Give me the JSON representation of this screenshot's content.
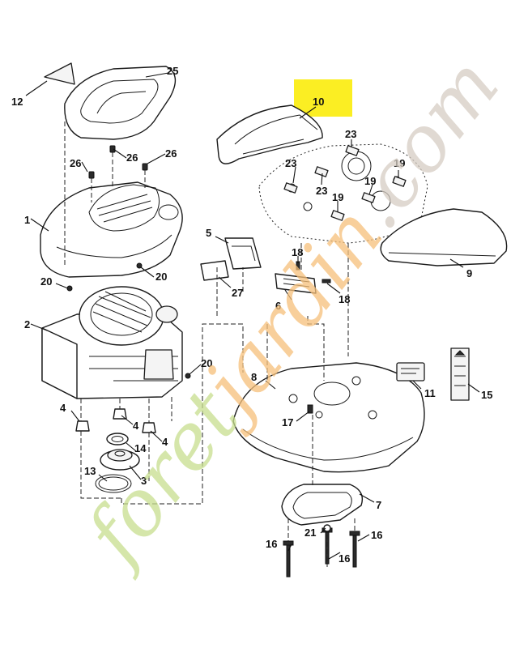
{
  "diagram": {
    "callouts": {
      "c1": "1",
      "c2": "2",
      "c3": "3",
      "c4a": "4",
      "c4b": "4",
      "c4c": "4",
      "c5": "5",
      "c6": "6",
      "c7": "7",
      "c8": "8",
      "c9": "9",
      "c10": "10",
      "c11": "11",
      "c12": "12",
      "c13": "13",
      "c14": "14",
      "c15": "15",
      "c16a": "16",
      "c16b": "16",
      "c16c": "16",
      "c17": "17",
      "c18a": "18",
      "c18b": "18",
      "c19a": "19",
      "c19b": "19",
      "c19c": "19",
      "c20a": "20",
      "c20b": "20",
      "c20c": "20",
      "c21": "21",
      "c23a": "23",
      "c23b": "23",
      "c23c": "23",
      "c25": "25",
      "c26a": "26",
      "c26b": "26",
      "c26c": "26",
      "c27": "27"
    },
    "highlighted_part": "10",
    "highlight_color": "#fbee23"
  },
  "watermark": {
    "part1": "foret",
    "part2": "jardin",
    "part3": ".com",
    "color_green": "#c7de8e",
    "color_orange": "#f6c07a",
    "color_grey": "#d6cdc3"
  }
}
